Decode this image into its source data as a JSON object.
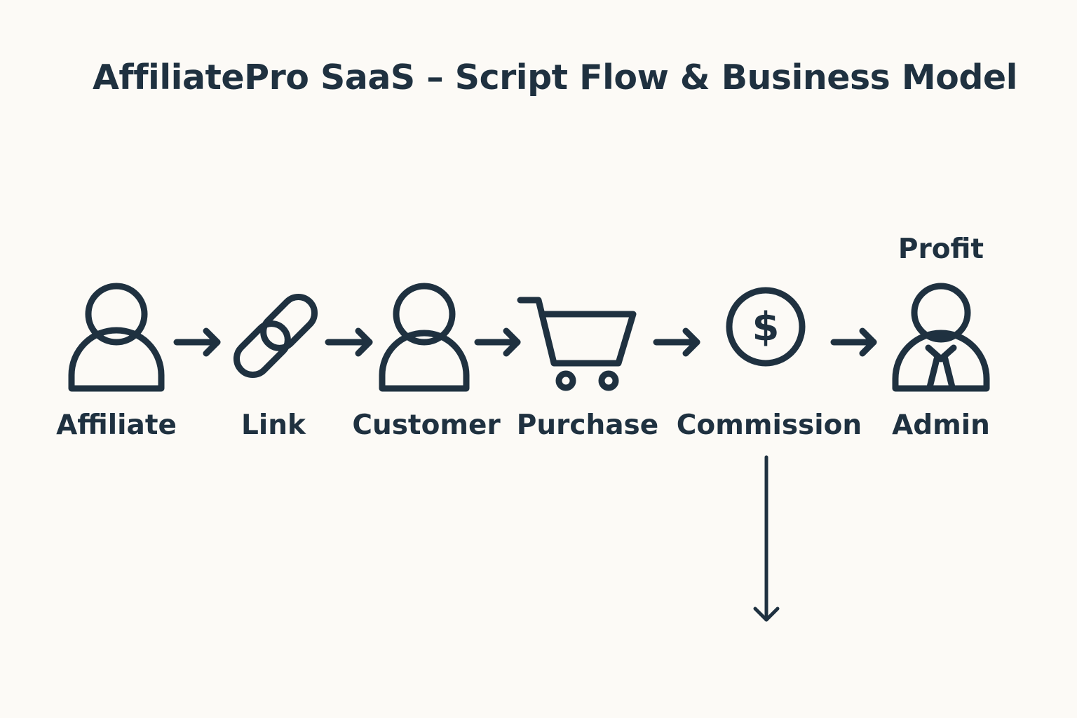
{
  "title": "AffiliatePro SaaS – Script Flow & Business Model",
  "colors": {
    "ink": "#1f3140",
    "background": "#fcfaf6"
  },
  "nodes": [
    {
      "id": "affiliate",
      "label": "Affiliate",
      "icon": "person-icon"
    },
    {
      "id": "link",
      "label": "Link",
      "icon": "chain-link-icon"
    },
    {
      "id": "customer",
      "label": "Customer",
      "icon": "person-icon"
    },
    {
      "id": "purchase",
      "label": "Purchase",
      "icon": "shopping-cart-icon"
    },
    {
      "id": "commission",
      "label": "Commission",
      "icon": "dollar-coin-icon"
    },
    {
      "id": "admin",
      "label": "Admin",
      "icon": "admin-person-tie-icon"
    }
  ],
  "admin_annotation": "Profit",
  "edges": [
    {
      "from": "affiliate",
      "to": "link"
    },
    {
      "from": "link",
      "to": "customer"
    },
    {
      "from": "customer",
      "to": "purchase"
    },
    {
      "from": "purchase",
      "to": "commission"
    },
    {
      "from": "commission",
      "to": "admin"
    },
    {
      "from": "commission",
      "to": ""
    }
  ]
}
